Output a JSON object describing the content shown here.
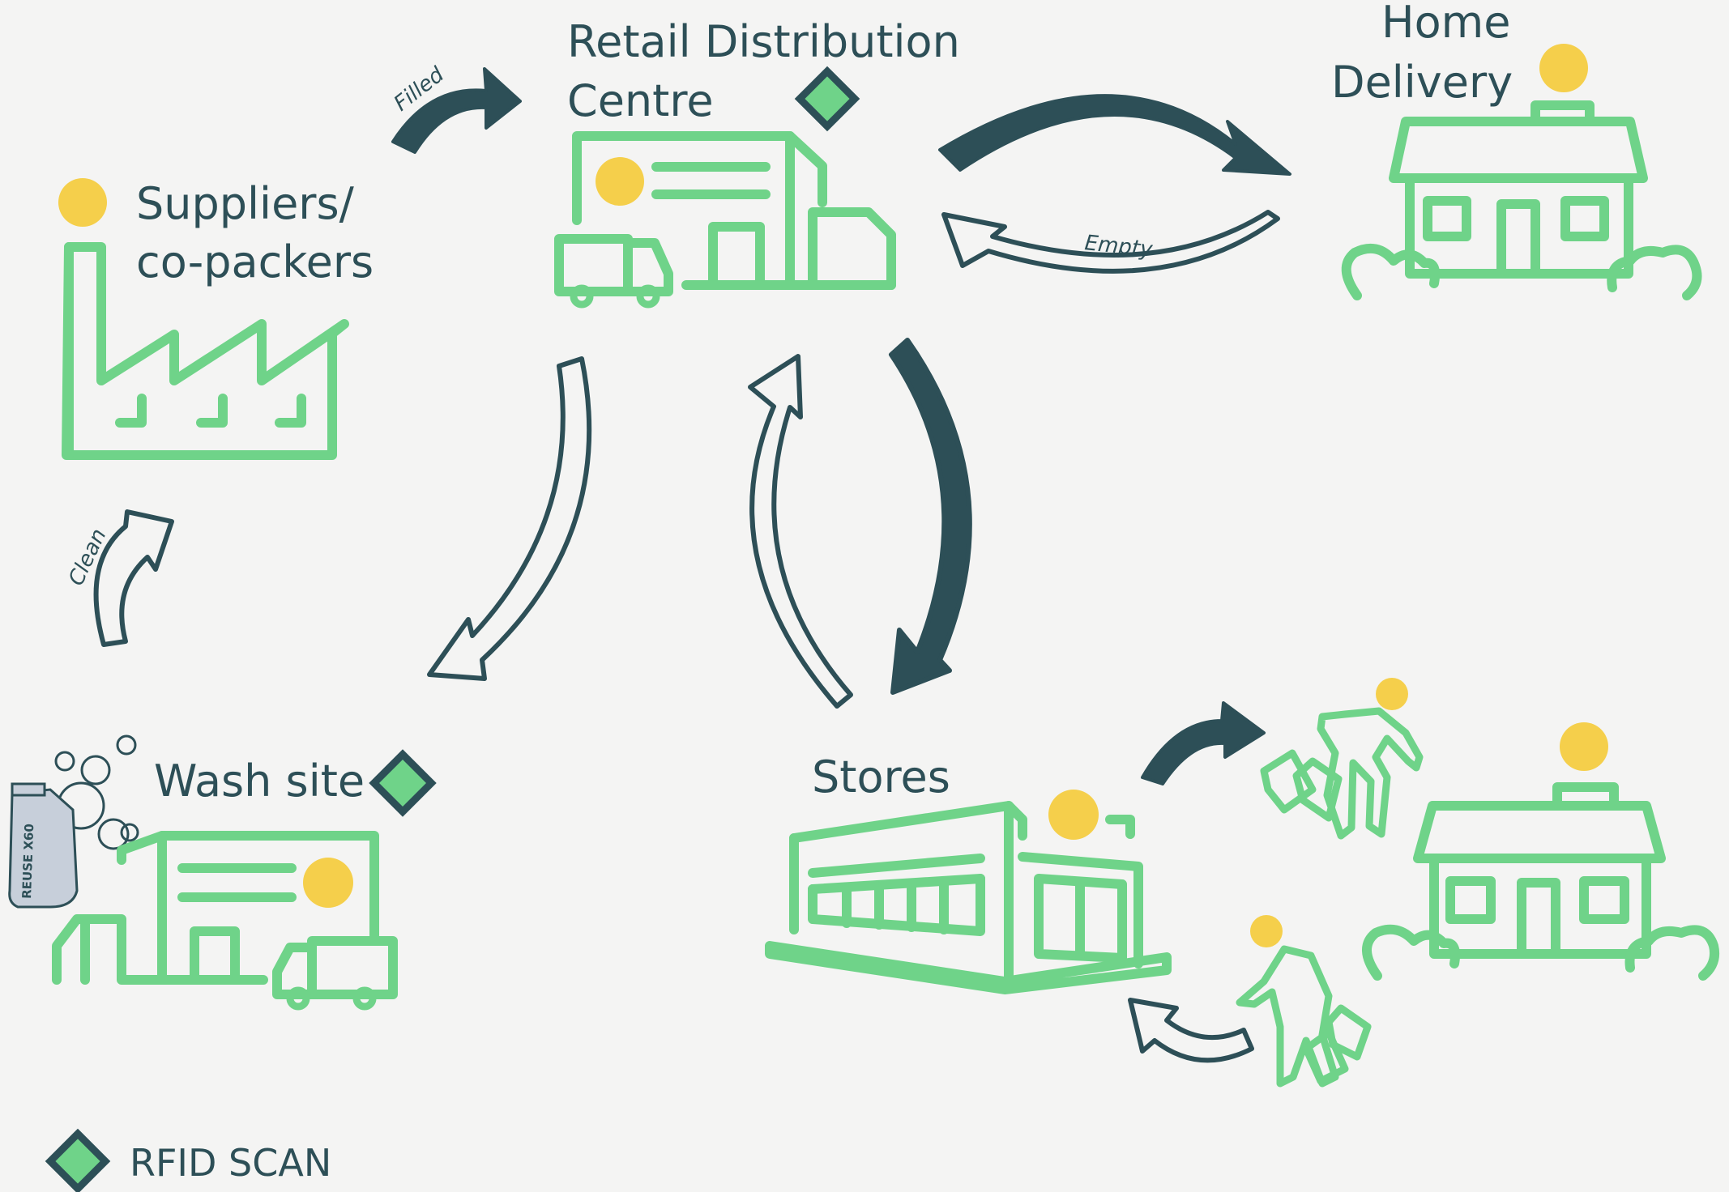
{
  "colors": {
    "background": "#f4f4f3",
    "dark": "#2d4f57",
    "green": "#6fd389",
    "yellow": "#f5cf4b",
    "diamond_fill": "#6fd389"
  },
  "nodes": {
    "suppliers": {
      "line1": "Suppliers/",
      "line2": "co-packers",
      "icon": "factory-icon"
    },
    "rdc": {
      "line1": "Retail Distribution",
      "line2": "Centre",
      "icon": "warehouse-icon"
    },
    "home": {
      "line1": "Home",
      "line2": "Delivery",
      "icon": "house-icon"
    },
    "wash": {
      "label": "Wash site",
      "icon": "wash-facility-icon"
    },
    "stores": {
      "label": "Stores",
      "icon": "store-icon"
    }
  },
  "arrows": {
    "filled": "Filled",
    "empty": "Empty",
    "clean": "Clean"
  },
  "legend": {
    "label": "RFID SCAN",
    "icon": "rfid-diamond-icon"
  },
  "bottle": {
    "label": "REUSE X60"
  }
}
